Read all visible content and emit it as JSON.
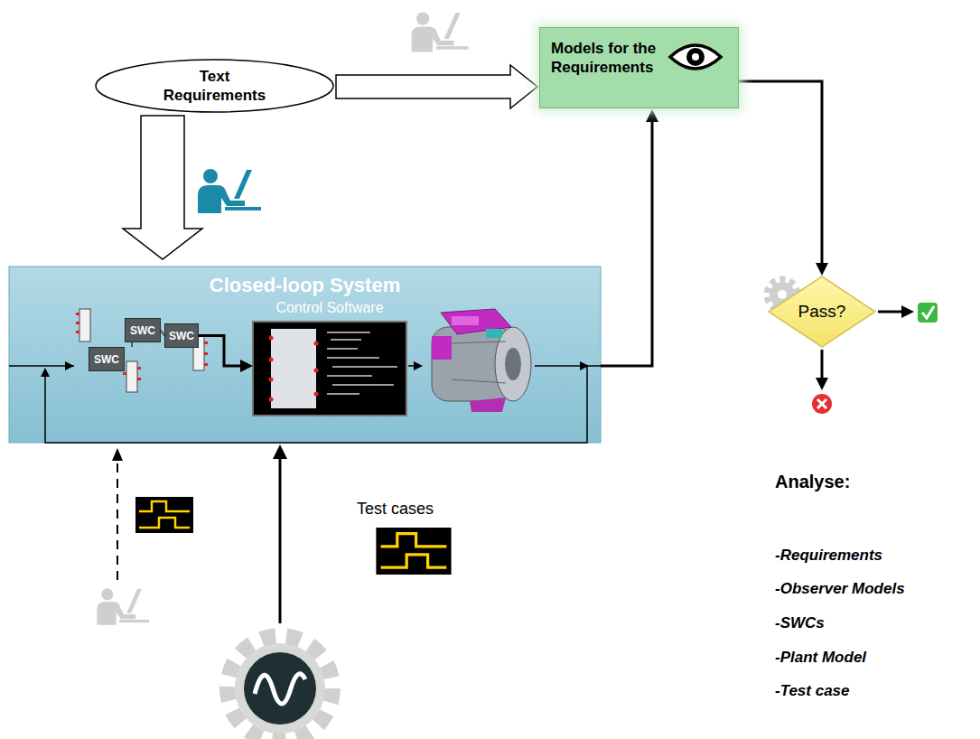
{
  "diagram": {
    "nodes": [
      {
        "text": [
          "Text Requirements"
        ]
      },
      {
        "text": [
          "Models for the Requirements"
        ]
      },
      {
        "text": [
          "Closed-loop System"
        ]
      },
      {
        "text": [
          "Control Software"
        ],
        "in": 2
      },
      {
        "text": [
          "SWC"
        ],
        "in": 2
      },
      {
        "text": [
          "SWC"
        ],
        "in": 2
      },
      {
        "text": [
          "SWC"
        ],
        "in": 2
      },
      {
        "text": [
          "Pass?"
        ]
      }
    ],
    "edges": [
      {
        "from": 0,
        "to": 1,
        "arrow": "to"
      },
      {
        "from": 0,
        "to": 2,
        "arrow": "to"
      },
      {
        "from": 2,
        "to": 1,
        "arrow": "to"
      },
      {
        "from": 1,
        "to": 7,
        "arrow": "to"
      },
      {
        "from": 4,
        "to": 5,
        "arrow": "none"
      },
      {
        "from": 4,
        "to": 6,
        "arrow": "none"
      },
      {
        "from": 5,
        "to": 3,
        "arrow": "to"
      }
    ],
    "labels": [
      "Test cases",
      "Analyse:",
      "-Requirements",
      "-Observer Models",
      "-SWCs",
      "-Plant Model",
      "-Test case"
    ]
  }
}
